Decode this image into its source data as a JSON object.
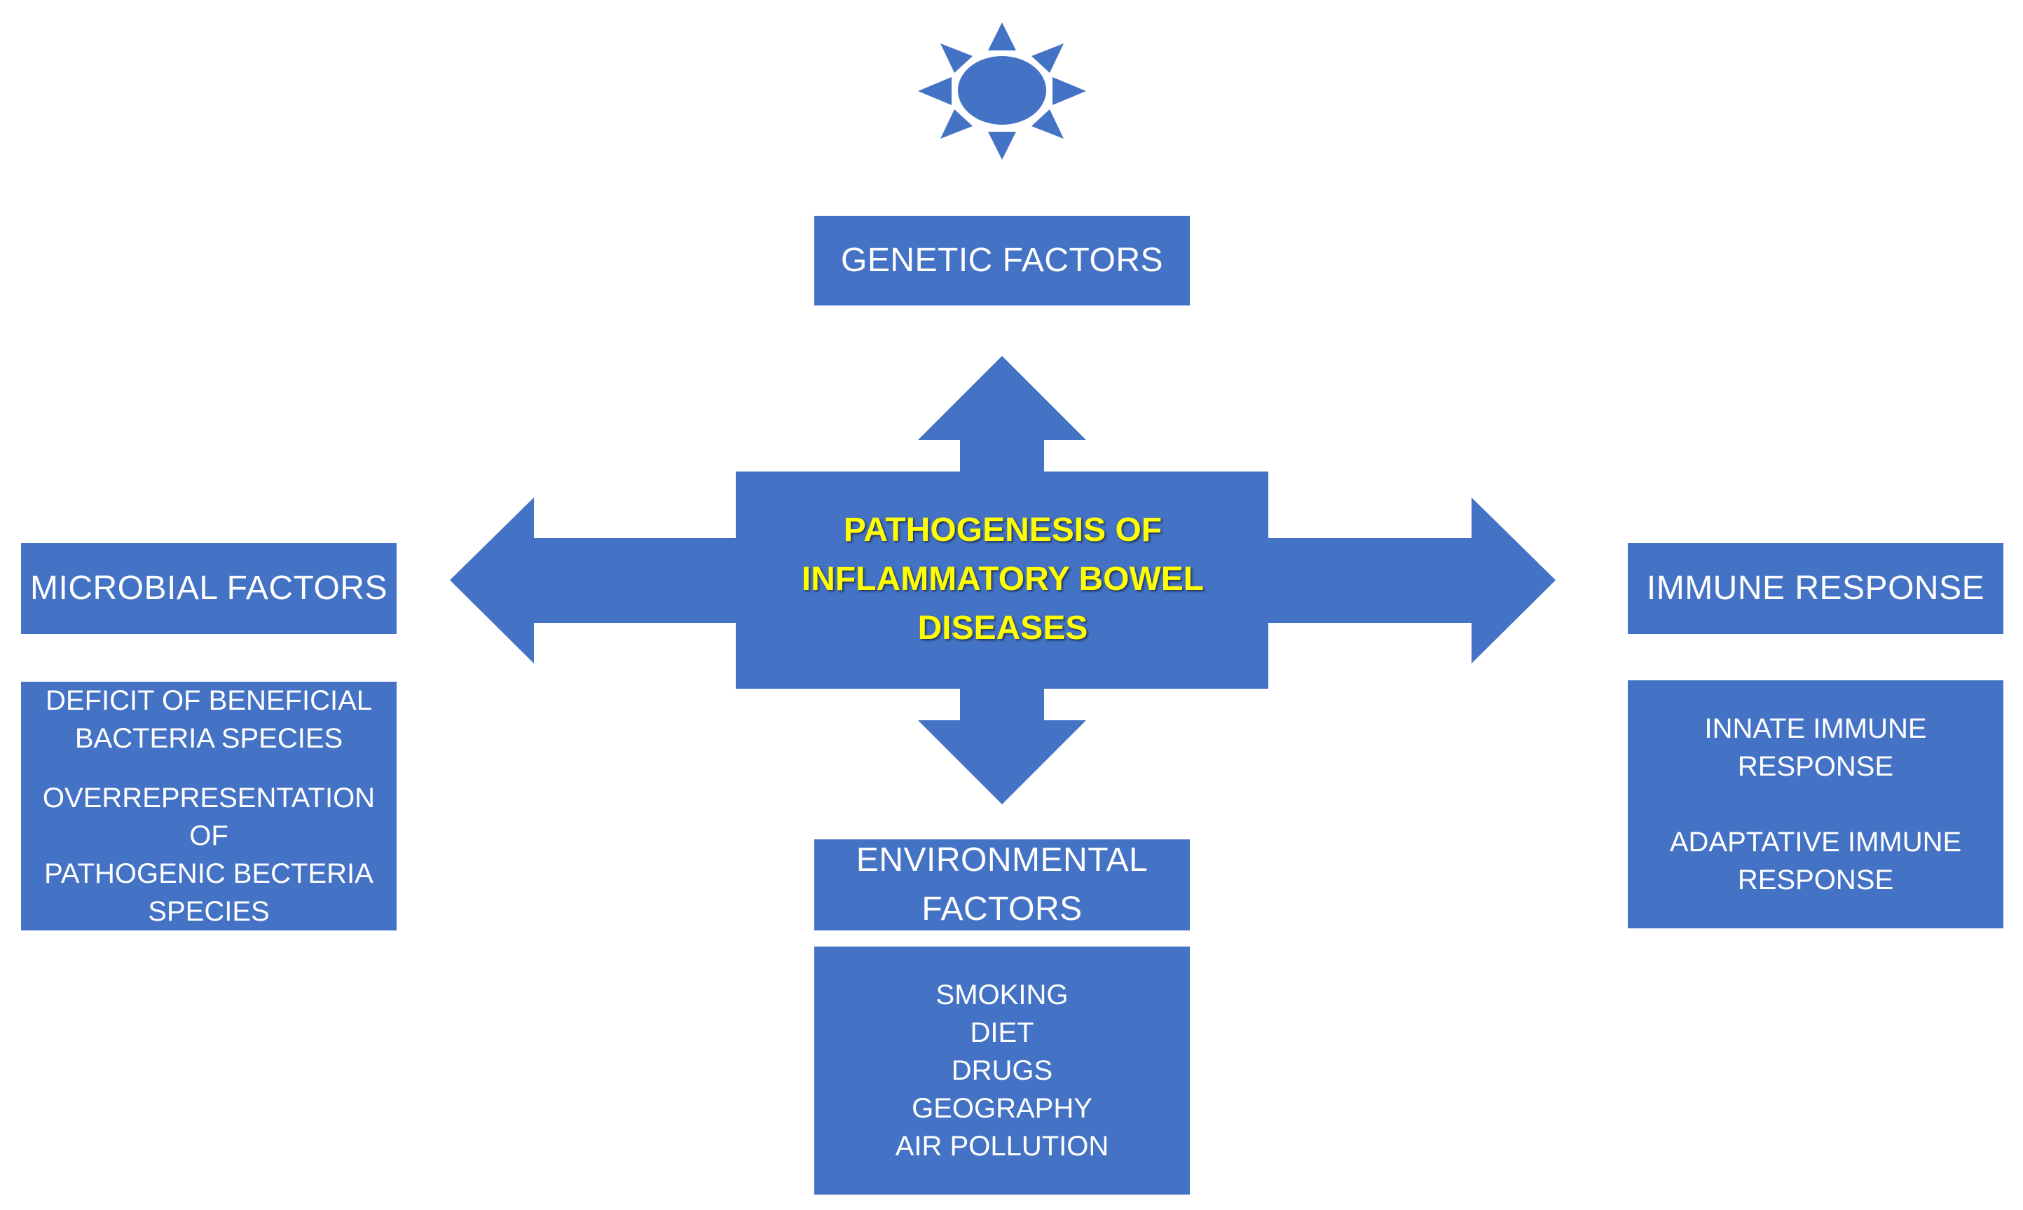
{
  "colors": {
    "shape_fill": "#4472c4",
    "box_text": "#ffffff",
    "center_text": "#ffff00",
    "background": "#ffffff"
  },
  "icons": {
    "top": "sun-icon"
  },
  "center": {
    "title": "PATHOGENESIS OF\nINFLAMMATORY BOWEL\nDISEASES"
  },
  "genetic": {
    "title": "GENETIC FACTORS"
  },
  "microbial": {
    "title": "MICROBIAL FACTORS",
    "items": [
      "DEFICIT OF BENEFICIAL\nBACTERIA SPECIES",
      "OVERREPRESENTATION OF\nPATHOGENIC BECTERIA\nSPECIES"
    ]
  },
  "immune": {
    "title": "IMMUNE RESPONSE",
    "items": [
      "INNATE IMMUNE\nRESPONSE",
      "ADAPTATIVE IMMUNE\nRESPONSE"
    ]
  },
  "environmental": {
    "title": "ENVIRONMENTAL\nFACTORS",
    "items": [
      "SMOKING",
      "DIET",
      "DRUGS",
      "GEOGRAPHY",
      "AIR POLLUTION"
    ]
  }
}
